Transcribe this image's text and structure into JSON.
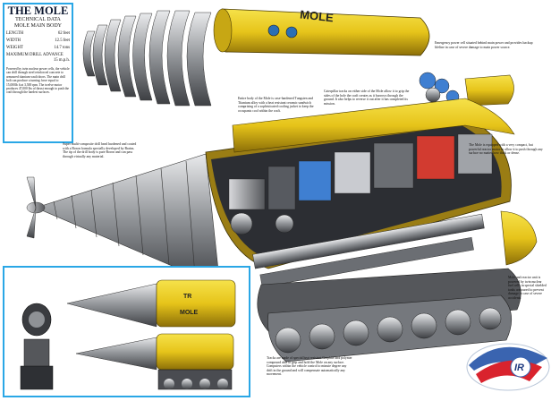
{
  "tech": {
    "title": "THE MOLE",
    "subtitle1": "TECHNICAL DATA",
    "subtitle2": "MOLE MAIN BODY",
    "specs": [
      {
        "label": "LENGTH",
        "value": "62 feet"
      },
      {
        "label": "WIDTH",
        "value": "12.5 feet"
      },
      {
        "label": "WEIGHT",
        "value": "14.7 tons"
      }
    ],
    "advance_label": "MAXIMUM DRILL ADVANCE",
    "advance_value": "15 m.p.h.",
    "description": "Powered by twin nuclear power cells, the vehicle can drill through steel reinforced concrete to armoured titanium vault doors. The main drill bolt can produce a turning force equal to 15,000lb ft at 3,500 rpm. The twelve motor produces 47,000 lbs of thrust enough to push the craft through the hardest surfaces."
  },
  "captions": {
    "power": "Emergency power cell situated behind main power and provides backup lifeline in case of severe damage to main power source.",
    "caterpillar": "Caterpillar tracks on either side of the Mole allow it to grip the sides of the hole the craft creates as it burrows through the ground. It also helps to reverse it out after it has completed its mission.",
    "body": "Entire body of the Mole is case-hardened Tungsten and Titanium alloy with a heat resistant ceramic sandwich comprising of a sophisticated cooling jacket to keep the occupants cool within the craft.",
    "drill": "Super multi-composite drill head hardened and coated with a Boron formula specially developed by Brains. The tip of the drill body is pure Boron and can pass through virtually any material.",
    "equipped": "The Mole is equipped with a very compact, but powerful reactor motor to allow it to push through any surface no matter how thick or dense.",
    "motor": "Mole and reactor unit is powered by twin nuclear fuel cells in special shielded tanks armoured to prevent damage in case of severe accidents.",
    "tracks": "Tracks are made of special heat resistant Graphite and polymer compound able to grip and hold the Mole on any surface. Computers within the vehicle control to minute degree any drift in the ground and will compensate automatically any movement."
  },
  "labels": {
    "nose_text": "MOLE",
    "inset_text_1": "MOLE",
    "inset_text_2": "TR",
    "logo_text": "IR"
  },
  "colors": {
    "accent_blue": "#2aa7e6",
    "mole_yellow": "#e6c41a",
    "logo_red": "#d9232d",
    "metal": "#8f9296"
  }
}
